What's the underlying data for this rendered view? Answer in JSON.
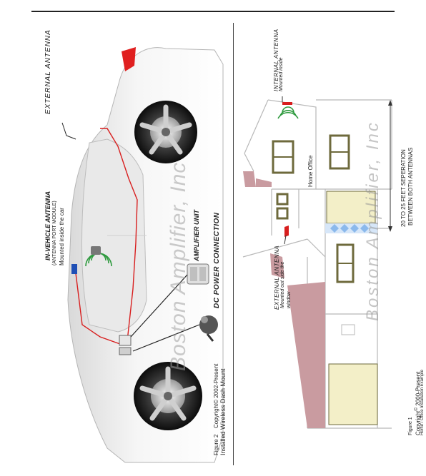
{
  "figure2": {
    "label": "Figure 2",
    "copyright": "Copyright© 2002-Present",
    "title": "Installed Wireless Dash Mount",
    "external_antenna": "EXTERNAL ANTENNA",
    "in_vehicle_antenna": "IN-VEHICLE ANTENNA",
    "antenna_port_module": "(ANTENNA PORT MODULE)",
    "mounted_inside_car": "Mounted inside the car",
    "amplifier_unit": "AMPLIFIER UNIT",
    "dc_power": "DC POWER CONNECTION",
    "watermark": "Boston Amplifier, Inc"
  },
  "figure1": {
    "label": "Figure 1",
    "copyright_pre": "Copyright",
    "copyright_sup": "©",
    "copyright_post": " 2000-Present",
    "subtitle": "Home / Office Installation Example",
    "internal_antenna": "INTERNAL ANTENNA",
    "mounted_inside": "Mounted inside",
    "external_antenna": "EXTERNAL ANTENNA",
    "mounted_outside_1": "Mounted out side the",
    "mounted_outside_2": "window",
    "home_office": "Home Office",
    "separation_1": "20 TO 25 FEET SEPERATION",
    "separation_2": "BETWEEN BOTH ANTENNAS",
    "watermark": "Boston Amplifier, Inc"
  },
  "colors": {
    "cable": "#d81e1e",
    "signal": "#2e9a3e",
    "window": "#6e6a3c",
    "roof": "#c99ba0",
    "glow": "#a9cbf0"
  }
}
